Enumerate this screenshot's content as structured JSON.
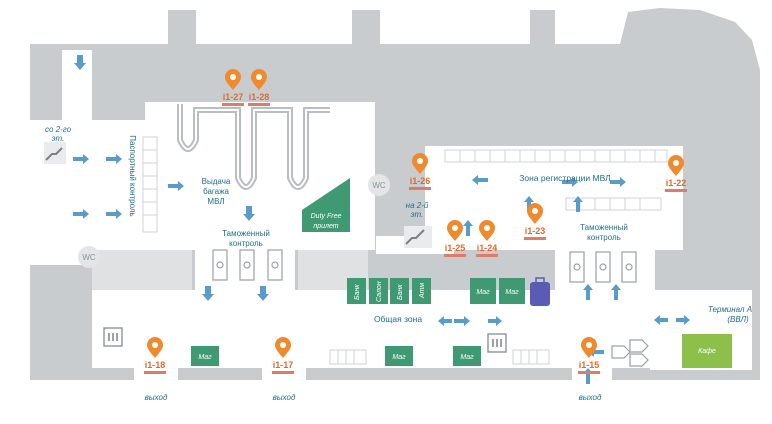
{
  "zones": {
    "from_second_floor": [
      "со 2-го",
      "эт."
    ],
    "passport_control": "Паспортный контроль",
    "baggage_claim": [
      "Выдача",
      "багажа",
      "МВЛ"
    ],
    "customs_top": [
      "Таможенный",
      "контроль"
    ],
    "duty_free": [
      "Duty Free",
      "прилет"
    ],
    "to_second_floor": [
      "на 2-й",
      "эт."
    ],
    "checkin_zone": "Зона регистрации МВЛ",
    "customs_right": [
      "Таможенный",
      "контроль"
    ],
    "common_zone": "Общая зона",
    "terminal_a": [
      "Терминал А",
      "(ВВЛ)"
    ],
    "wc_left": "WC",
    "wc_mid": "WC"
  },
  "shops": {
    "bank1": "Банк",
    "salon": "Салон",
    "bank2": "Банк",
    "atm": "Атм",
    "mag_right1": "Маг",
    "mag_right2": "Маг",
    "mag_bottom1": "Маг",
    "mag_bottom2": "Маг",
    "mag_bottom3": "Маг",
    "cafe": "Кафе"
  },
  "exits": {
    "exit1": "выход",
    "exit2": "выход",
    "exit3": "выход"
  },
  "gates": {
    "g27": "i1-27",
    "g28": "i1-28",
    "g26": "i1-26",
    "g25": "i1-25",
    "g24": "i1-24",
    "g23": "i1-23",
    "g22": "i1-22",
    "g18": "i1-18",
    "g17": "i1-17",
    "g15": "i1-15"
  },
  "colors": {
    "wall": "#c9ccce",
    "floor": "#ffffff",
    "accent_pin": "#f08a2c",
    "label": "#1f6f8b",
    "arrow": "#5a9cc9",
    "shop_green": "#3f9a73",
    "cafe_green": "#8cc04a"
  }
}
